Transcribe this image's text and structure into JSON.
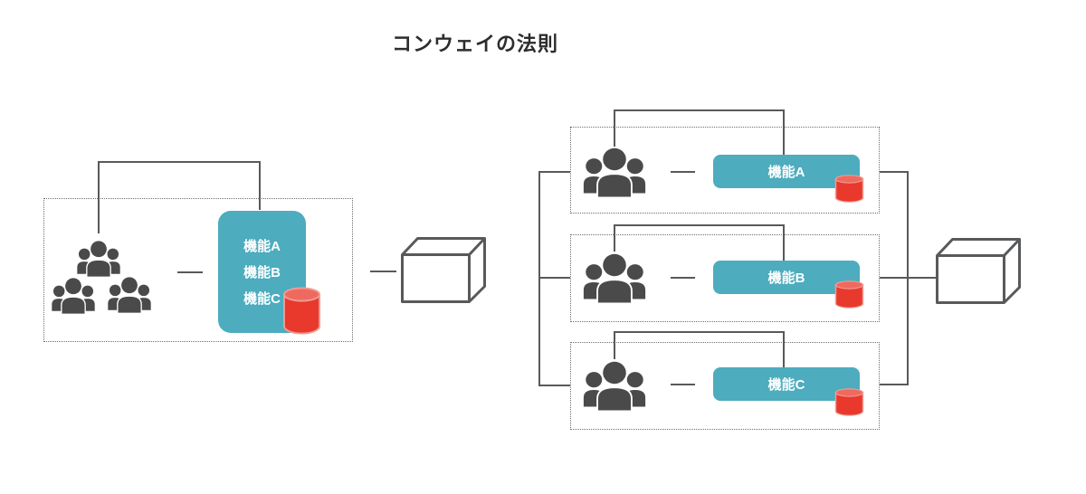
{
  "title": "コンウェイの法則",
  "left_diagram": {
    "function_labels": [
      "機能A",
      "機能B",
      "機能C"
    ]
  },
  "right_diagram": {
    "rows": [
      {
        "function_label": "機能A"
      },
      {
        "function_label": "機能B"
      },
      {
        "function_label": "機能C"
      }
    ]
  },
  "colors": {
    "teal": "#4DACBE",
    "red": "#E8392C",
    "red_top": "#EE6A5F",
    "red_stroke": "#F19C94",
    "line": "#58595B",
    "icon": "#4A4A4B",
    "dotted": "#6E6E6E",
    "text_dark": "#2D2D2D",
    "label_text": "#FFFFFF"
  }
}
